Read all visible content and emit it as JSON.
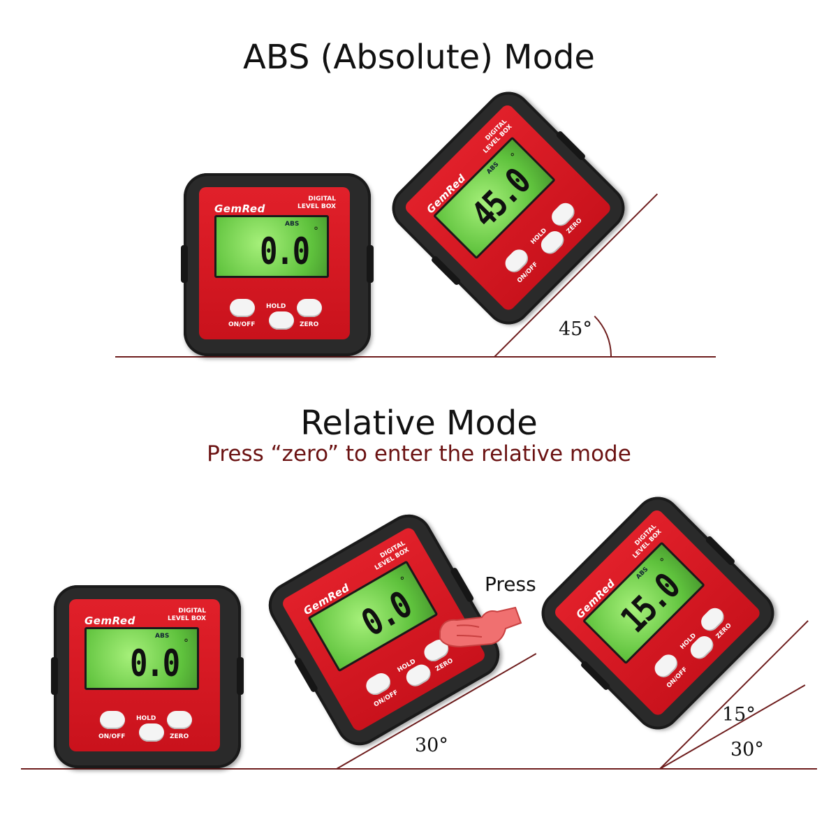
{
  "titles": {
    "abs": "ABS (Absolute)  Mode",
    "relative": "Relative  Mode",
    "relative_sub": "Press  “zero” to enter the relative mode"
  },
  "device_text": {
    "brand": "GemRed",
    "label_line1": "DIGITAL",
    "label_line2": "LEVEL BOX",
    "abs_flag": "ABS",
    "deg_symbol": "°",
    "btn_onoff": "ON/OFF",
    "btn_hold": "HOLD",
    "btn_zero": "ZERO"
  },
  "devices": [
    {
      "id": "abs-flat",
      "reading": "0.0",
      "show_abs": true
    },
    {
      "id": "abs-tilted",
      "reading": "45.0",
      "show_abs": true
    },
    {
      "id": "rel-flat",
      "reading": "0.0",
      "show_abs": true
    },
    {
      "id": "rel-zeroed",
      "reading": "0.0",
      "show_abs": false
    },
    {
      "id": "rel-tilted",
      "reading": "15.0",
      "show_abs": true
    }
  ],
  "angles": {
    "abs_tilt": "45°",
    "rel_tilt": "30°",
    "rel_relative": "15°",
    "rel_base": "30°"
  },
  "press_label": "Press",
  "colors": {
    "device_red": "#d8161f",
    "lcd_green": "#7cd650",
    "line": "#6e1d1d",
    "subtitle": "#6b1212"
  }
}
